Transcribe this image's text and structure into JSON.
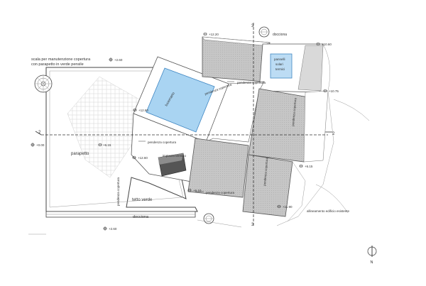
{
  "notes": {
    "maintenance_stair": [
      "scala per manutenzione copertura",
      "con parapetto in verde pensile"
    ],
    "parapetto": "parapetto",
    "tetto_verde": "tetto verde",
    "docciona_bottom": "docciona",
    "docciona_top": "docciona",
    "lucernario": "lucernario",
    "pannelli_solari": [
      "pannelli",
      "solari",
      "termici"
    ],
    "impianto_termico": "impianto termico",
    "allineamento": "allineamento edificio esistente",
    "north": "N"
  },
  "slope_labels": {
    "top": "pendenza copertura",
    "middle": "pendenza copertura",
    "bottom": "pendenza copertura"
  },
  "rotated_labels": {
    "left": "pendenza copertura",
    "right_top": "pendenza copertura",
    "right_bottom": "pendenza copertura"
  },
  "elevations": {
    "e1": "+2.60",
    "e2": "+0.00",
    "e3": "+6.15",
    "e4": "+12.60",
    "e5": "+12.60",
    "e6": "+12.20",
    "e7": "+10.60",
    "e8": "+10.75",
    "e9": "+6.15",
    "e10": "+6.10",
    "e11": "+11.90",
    "e12": "+2.60"
  },
  "section_marks": {
    "horizontal_left": "2",
    "horizontal_right": "2",
    "vertical_top": "3",
    "vertical_bottom": "3"
  }
}
